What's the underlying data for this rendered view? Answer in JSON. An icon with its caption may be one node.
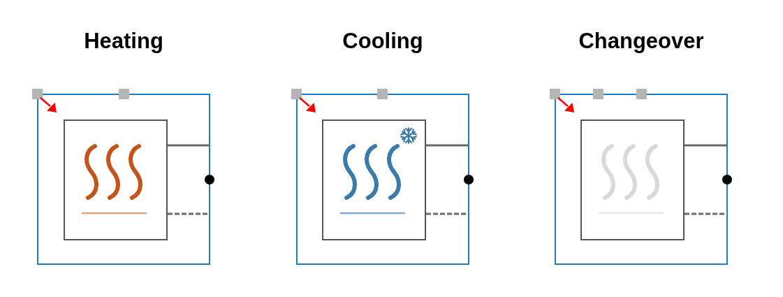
{
  "diagram": {
    "nodes": [
      {
        "text": [
          "Heating"
        ]
      },
      {
        "text": [],
        "shape": "box",
        "in": 0
      },
      {
        "text": [
          "Cooling"
        ]
      },
      {
        "text": [],
        "shape": "box",
        "in": 2
      },
      {
        "text": [
          "Changeover"
        ]
      },
      {
        "text": [],
        "shape": "box",
        "in": 4
      }
    ],
    "edges": [
      {
        "from": 1,
        "to": 0,
        "arrow": "none"
      },
      {
        "from": 1,
        "to": 0,
        "arrow": "none",
        "style": "dashed"
      },
      {
        "from": 3,
        "to": 2,
        "arrow": "none"
      },
      {
        "from": 3,
        "to": 2,
        "arrow": "none",
        "style": "dashed"
      },
      {
        "from": 5,
        "to": 4,
        "arrow": "none"
      },
      {
        "from": 5,
        "to": 4,
        "arrow": "none",
        "style": "dashed"
      }
    ]
  }
}
